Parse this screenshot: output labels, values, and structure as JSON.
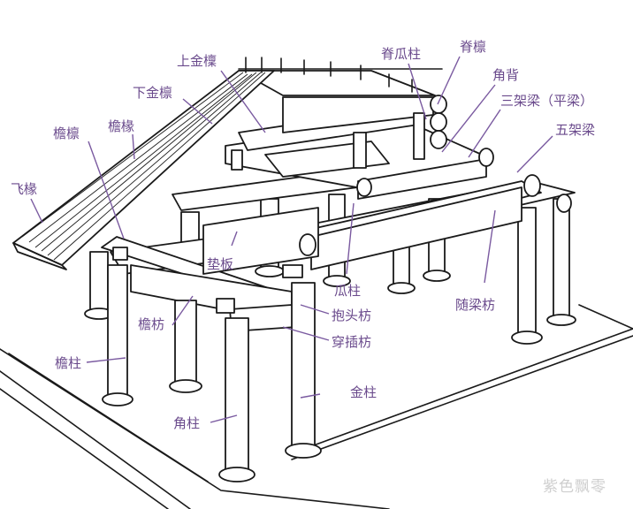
{
  "diagram": {
    "labels": {
      "shang_jin_lin": "上金檁",
      "ji_gua_zhu": "脊瓜柱",
      "ji_lin": "脊檩",
      "jiao_bei": "角背",
      "xia_jin_lin": "下金檩",
      "san_jia_liang": "三架梁（平梁）",
      "yan_lin": "檐檩",
      "yan_chuan": "檐椽",
      "wu_jia_liang": "五架梁",
      "fei_chuan": "飞椽",
      "dian_ban": "垫板",
      "gua_zhu": "瓜柱",
      "sui_liang_fang": "随梁枋",
      "bao_tou_fang": "抱头枋",
      "yan_fang": "檐枋",
      "chuan_cha_fang": "穿插枋",
      "yan_zhu": "檐柱",
      "jin_zhu": "金柱",
      "jiao_zhu": "角柱"
    },
    "watermark": "紫色飘零",
    "colors": {
      "label": "#6a4a8c",
      "leader": "#7a5aa0",
      "ink": "#1a1a1a",
      "watermark": "#cfcfcf"
    }
  }
}
